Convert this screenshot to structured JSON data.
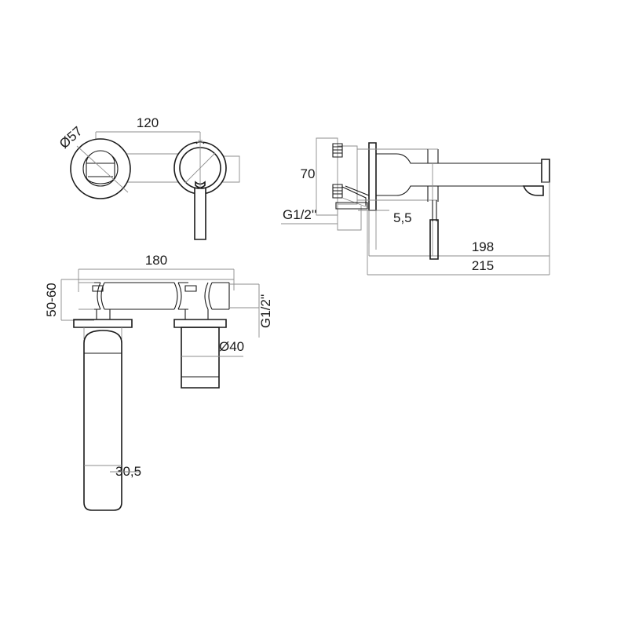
{
  "drawing": {
    "title": "Wall-mounted basin mixer technical drawing",
    "background_color": "#ffffff",
    "line_color_dark": "#1a1a1a",
    "line_color_light": "#8c8c8c",
    "units": "mm"
  },
  "views": {
    "front": {
      "name": "front-elevation-view",
      "dimensions": {
        "spread": "120",
        "escutcheon_diameter": "Ø57"
      }
    },
    "side": {
      "name": "side-section-view",
      "dimensions": {
        "height": "70",
        "wall_offset": "5,5",
        "spout_reach": "198",
        "overall_reach": "215",
        "inlet_thread": "G1/2''"
      }
    },
    "plan": {
      "name": "plan-body-view",
      "dimensions": {
        "body_length": "180",
        "wall_depth": "50-60",
        "sleeve_diameter": "Ø40",
        "spout_depth": "30,5",
        "outlet_thread": "G1/2''"
      }
    }
  },
  "labels": [
    {
      "id": "dim-120",
      "text": "120",
      "view": "front"
    },
    {
      "id": "dim-d57",
      "text": "Ø57",
      "view": "front"
    },
    {
      "id": "dim-70",
      "text": "70",
      "view": "side"
    },
    {
      "id": "dim-g12-side",
      "text": "G1/2''",
      "view": "side"
    },
    {
      "id": "dim-55",
      "text": "5,5",
      "view": "side"
    },
    {
      "id": "dim-198",
      "text": "198",
      "view": "side"
    },
    {
      "id": "dim-215",
      "text": "215",
      "view": "side"
    },
    {
      "id": "dim-180",
      "text": "180",
      "view": "plan"
    },
    {
      "id": "dim-5060",
      "text": "50-60",
      "view": "plan"
    },
    {
      "id": "dim-d40",
      "text": "Ø40",
      "view": "plan"
    },
    {
      "id": "dim-g12-plan",
      "text": "G1/2''",
      "view": "plan"
    },
    {
      "id": "dim-305",
      "text": "30,5",
      "view": "plan"
    }
  ]
}
